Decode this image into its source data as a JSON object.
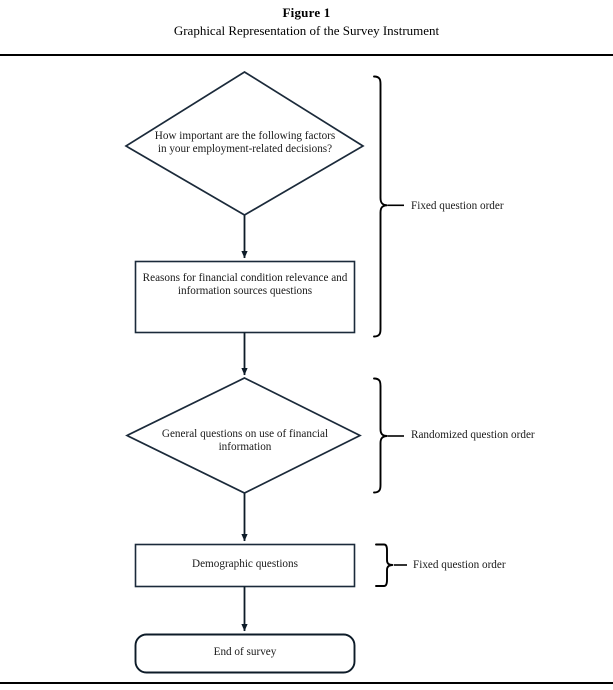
{
  "header": {
    "figure_number": "Figure 1",
    "subtitle": "Graphical Representation of the Survey Instrument"
  },
  "flowchart": {
    "nodes": [
      {
        "id": "question-importance",
        "shape": "diamond",
        "text": "How important are the following factors in your employment-related decisions?"
      },
      {
        "id": "reasons-relevance",
        "shape": "rectangle",
        "text": "Reasons for financial condition relevance and information sources questions"
      },
      {
        "id": "general-questions",
        "shape": "diamond",
        "text": "General questions on use of financial information"
      },
      {
        "id": "demographic-questions",
        "shape": "rectangle",
        "text": "Demographic questions"
      },
      {
        "id": "end-of-survey",
        "shape": "rounded-rectangle",
        "text": "End of survey"
      }
    ],
    "brackets": [
      {
        "id": "bracket-fixed-1",
        "label": "Fixed question order"
      },
      {
        "id": "bracket-randomized",
        "label": "Randomized question order"
      },
      {
        "id": "bracket-fixed-2",
        "label": "Fixed question order"
      }
    ],
    "colors": {
      "stroke": "#1b2a3a",
      "text": "#1a1a1a",
      "background": "#ffffff",
      "rule": "#000000"
    }
  }
}
